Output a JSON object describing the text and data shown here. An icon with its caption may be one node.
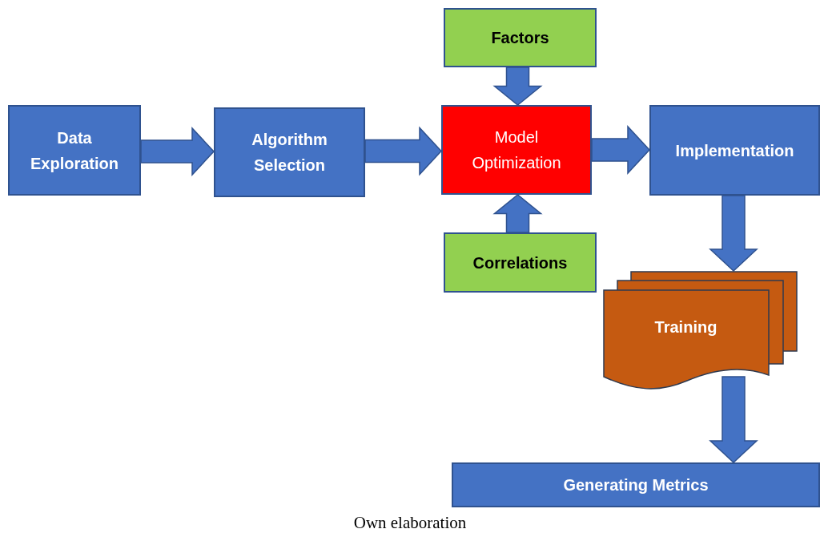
{
  "diagram": {
    "caption": "Own elaboration",
    "nodes": [
      {
        "text": [
          "Data Exploration"
        ]
      },
      {
        "text": [
          "Algorithm Selection"
        ]
      },
      {
        "text": [
          "Factors"
        ]
      },
      {
        "text": [
          "Model Optimization"
        ]
      },
      {
        "text": [
          "Correlations"
        ]
      },
      {
        "text": [
          "Implementation"
        ]
      },
      {
        "text": [
          "Training"
        ]
      },
      {
        "text": [
          "Generating Metrics"
        ]
      }
    ],
    "edges": [
      {
        "from": 0,
        "to": 1,
        "arrow": "to"
      },
      {
        "from": 1,
        "to": 3,
        "arrow": "to"
      },
      {
        "from": 2,
        "to": 3,
        "arrow": "to"
      },
      {
        "from": 4,
        "to": 3,
        "arrow": "to"
      },
      {
        "from": 3,
        "to": 5,
        "arrow": "to"
      },
      {
        "from": 5,
        "to": 6,
        "arrow": "to"
      },
      {
        "from": 6,
        "to": 7,
        "arrow": "to"
      }
    ]
  }
}
